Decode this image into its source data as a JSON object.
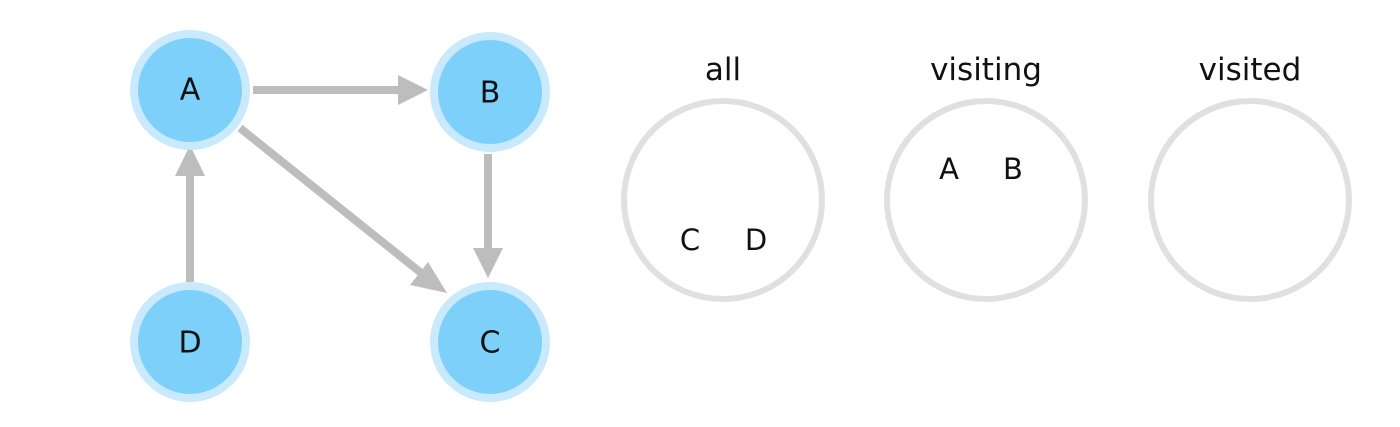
{
  "graph": {
    "nodes": [
      {
        "id": "A",
        "label": "A"
      },
      {
        "id": "B",
        "label": "B"
      },
      {
        "id": "C",
        "label": "C"
      },
      {
        "id": "D",
        "label": "D"
      }
    ],
    "edges": [
      {
        "from": "A",
        "to": "B"
      },
      {
        "from": "A",
        "to": "C"
      },
      {
        "from": "B",
        "to": "C"
      },
      {
        "from": "D",
        "to": "A"
      }
    ]
  },
  "sets": {
    "all": {
      "title": "all",
      "members": [
        "C",
        "D"
      ]
    },
    "visiting": {
      "title": "visiting",
      "members": [
        "A",
        "B"
      ]
    },
    "visited": {
      "title": "visited",
      "members": []
    }
  },
  "colors": {
    "node_fill": "#7dd0fa",
    "node_halo": "#c9e9fd",
    "edge": "#bdbdbd",
    "set_ring": "#e0e0e0",
    "text": "#111111"
  }
}
